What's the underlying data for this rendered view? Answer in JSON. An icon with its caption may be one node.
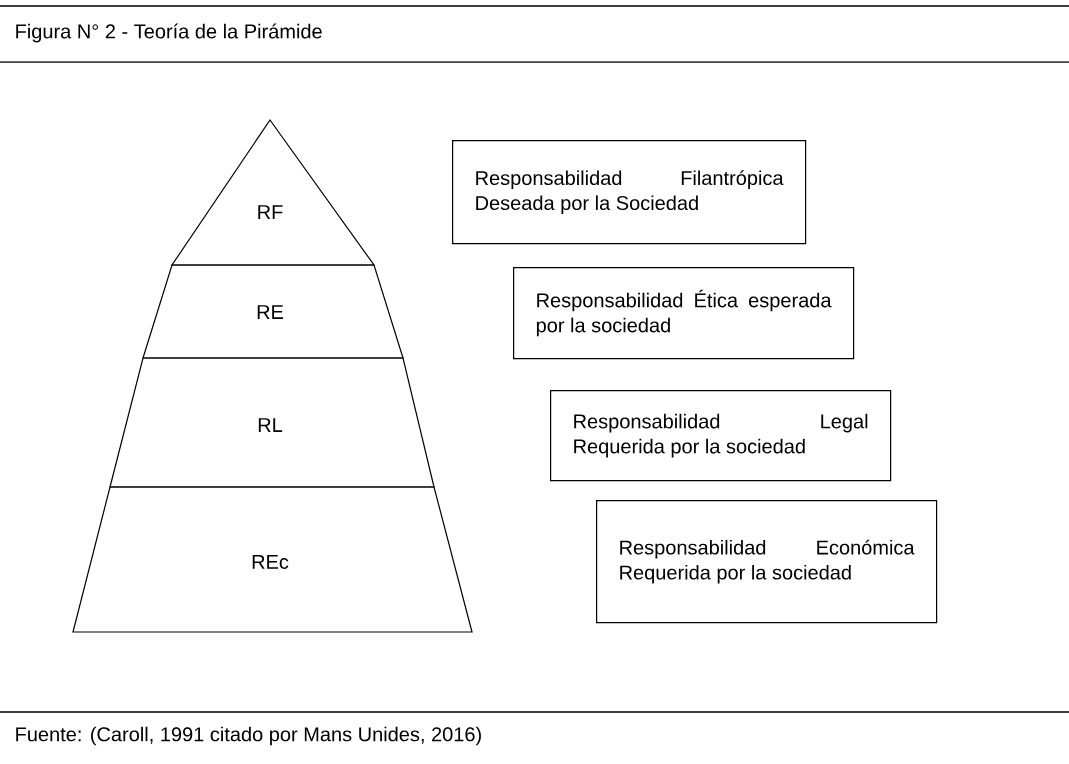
{
  "diagram": {
    "title": "Figura N° 2 - Teoría de la Pirámide",
    "caption": "Fuente: (Caroll, 1991 citado por Mans Unides, 2016)",
    "nodes": [
      {
        "text": [
          "RF"
        ]
      },
      {
        "text": [
          "RE"
        ]
      },
      {
        "text": [
          "RL"
        ]
      },
      {
        "text": [
          "REc"
        ]
      },
      {
        "text": [
          "Responsabilidad Filantrópica Deseada por la Sociedad"
        ]
      },
      {
        "text": [
          "Responsabilidad Ética esperada por la sociedad"
        ]
      },
      {
        "text": [
          "Responsabilidad Legal Requerida por la sociedad"
        ]
      },
      {
        "text": [
          "Responsabilidad Económica Requerida por la sociedad"
        ]
      }
    ]
  }
}
